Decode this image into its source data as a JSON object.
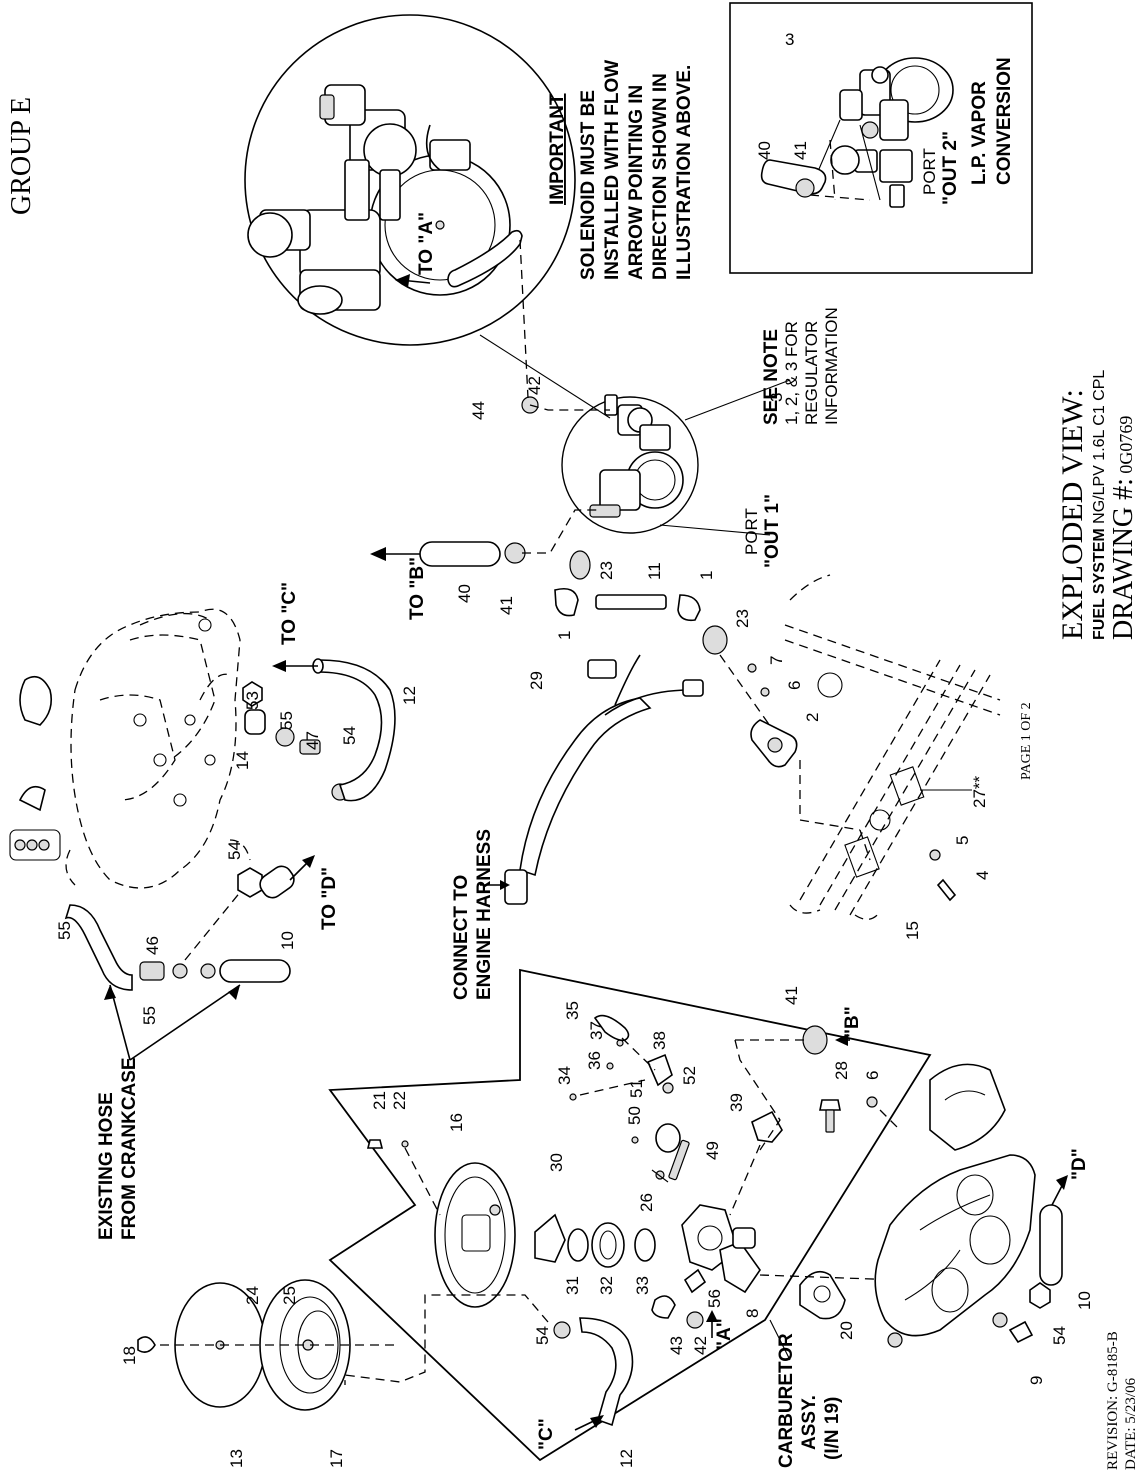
{
  "header": {
    "group": "GROUP E",
    "title": "EXPLODED VIEW:",
    "subtitle_prefix": "FUEL SYSTEM",
    "subtitle_rest": " NG/LPV 1.6L C1 CPL",
    "drawing_label": "DRAWING #:",
    "drawing_number": " 0G0769"
  },
  "footer": {
    "revision": "REVISION:  G-8185-B",
    "date": "DATE:  5/23/06",
    "page": "PAGE 1 OF 2"
  },
  "notes": {
    "important_title": "IMPORTANT",
    "important_lines": [
      "SOLENOID MUST BE",
      "INSTALLED WITH FLOW",
      "ARROW POINTING IN",
      "DIRECTION SHOWN IN",
      "ILLUSTRATION ABOVE."
    ],
    "see_note": [
      "SEE NOTE",
      "1, 2, & 3 FOR",
      "REGULATOR",
      "INFORMATION"
    ],
    "lp_vapor": [
      "L.P. VAPOR",
      "CONVERSION"
    ],
    "port_out2": [
      "PORT",
      "\"OUT 2\""
    ],
    "port_out1": [
      "PORT",
      "\"OUT 1\""
    ],
    "existing_hose": [
      "EXISTING HOSE",
      "FROM CRANKCASE"
    ],
    "connect_to": [
      "CONNECT TO",
      "ENGINE HARNESS"
    ],
    "carburetor": [
      "CARBURETOR",
      "ASSY.",
      "(I/N 19)"
    ],
    "to_a": "TO \"A\"",
    "to_b": "TO \"B\"",
    "to_c": "TO \"C\"",
    "to_d": "TO \"D\"",
    "a_mark": "\"A\"",
    "b_mark": "\"B\"",
    "c_mark": "\"C\"",
    "d_mark": "\"D\""
  },
  "callouts": {
    "n1a": "1",
    "n1b": "1",
    "n2": "2",
    "n3a": "3",
    "n3b": "3",
    "n4": "4",
    "n5": "5",
    "n6a": "6",
    "n6b": "6",
    "n7": "7",
    "n8": "8",
    "n9": "9",
    "n10a": "10",
    "n10b": "10",
    "n11": "11",
    "n12a": "12",
    "n12b": "12",
    "n13": "13",
    "n14": "14",
    "n15": "15",
    "n16": "16",
    "n17": "17",
    "n18": "18",
    "n20": "20",
    "n21": "21",
    "n22": "22",
    "n23a": "23",
    "n23b": "23",
    "n24": "24",
    "n25": "25",
    "n26": "26",
    "n27": "27**",
    "n28": "28",
    "n29": "29",
    "n30": "30",
    "n31": "31",
    "n32": "32",
    "n33": "33",
    "n34": "34",
    "n35": "35",
    "n36": "36",
    "n37": "37",
    "n38": "38",
    "n39": "39",
    "n40a": "40",
    "n40b": "40",
    "n41a": "41",
    "n41b": "41",
    "n41c": "41",
    "n42a": "42",
    "n42b": "42",
    "n43": "43",
    "n44": "44",
    "n46": "46",
    "n47": "47",
    "n49": "49",
    "n50": "50",
    "n51": "51",
    "n52": "52",
    "n53": "53",
    "n54a": "54",
    "n54b": "54",
    "n54c": "54",
    "n54d": "54",
    "n55a": "55",
    "n55b": "55",
    "n55c": "55",
    "n56": "56"
  }
}
